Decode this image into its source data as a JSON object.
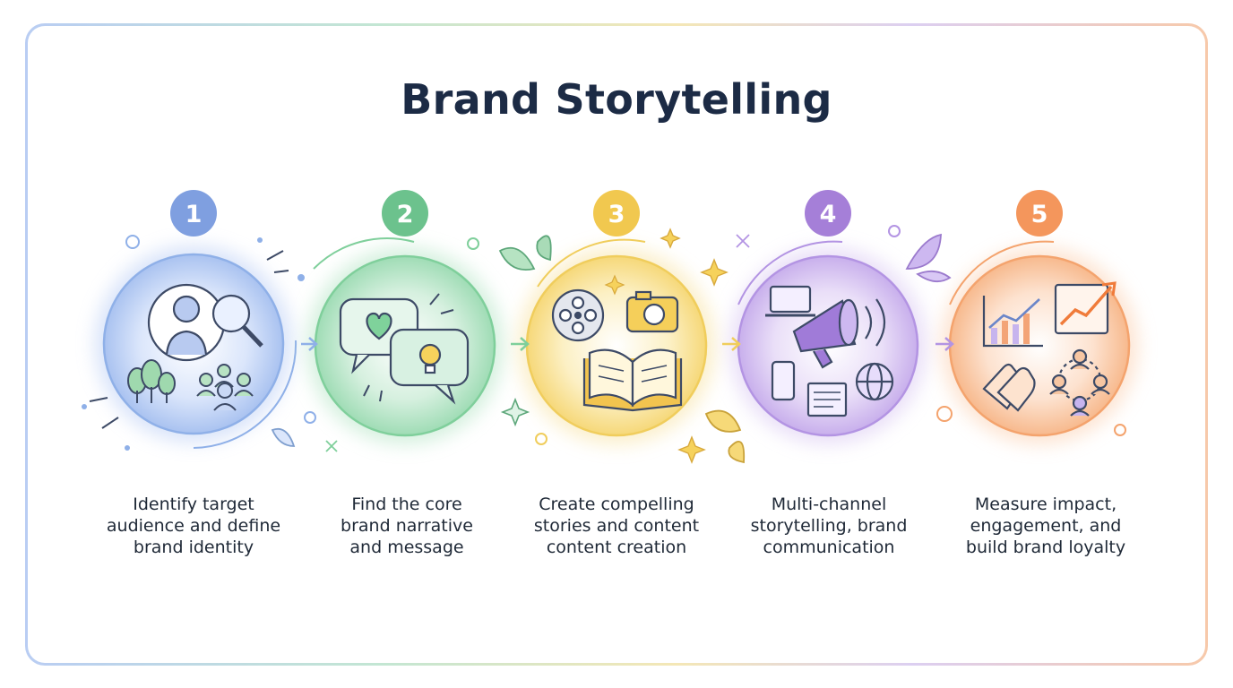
{
  "title": "Brand Storytelling",
  "steps": [
    {
      "number": "1",
      "color": "#7f9fe0",
      "lines": [
        "Identify target",
        "audience and define",
        "brand identity"
      ]
    },
    {
      "number": "2",
      "color": "#6cc28d",
      "lines": [
        "Find the core",
        "brand narrative",
        "and message"
      ]
    },
    {
      "number": "3",
      "color": "#f1c84f",
      "lines": [
        "Create compelling",
        "stories and content",
        "content creation"
      ]
    },
    {
      "number": "4",
      "color": "#a57fd8",
      "lines": [
        "Multi-channel",
        "storytelling, brand",
        "communication"
      ]
    },
    {
      "number": "5",
      "color": "#f4965c",
      "lines": [
        "Measure impact,",
        "engagement, and",
        "build brand loyalty"
      ]
    }
  ]
}
